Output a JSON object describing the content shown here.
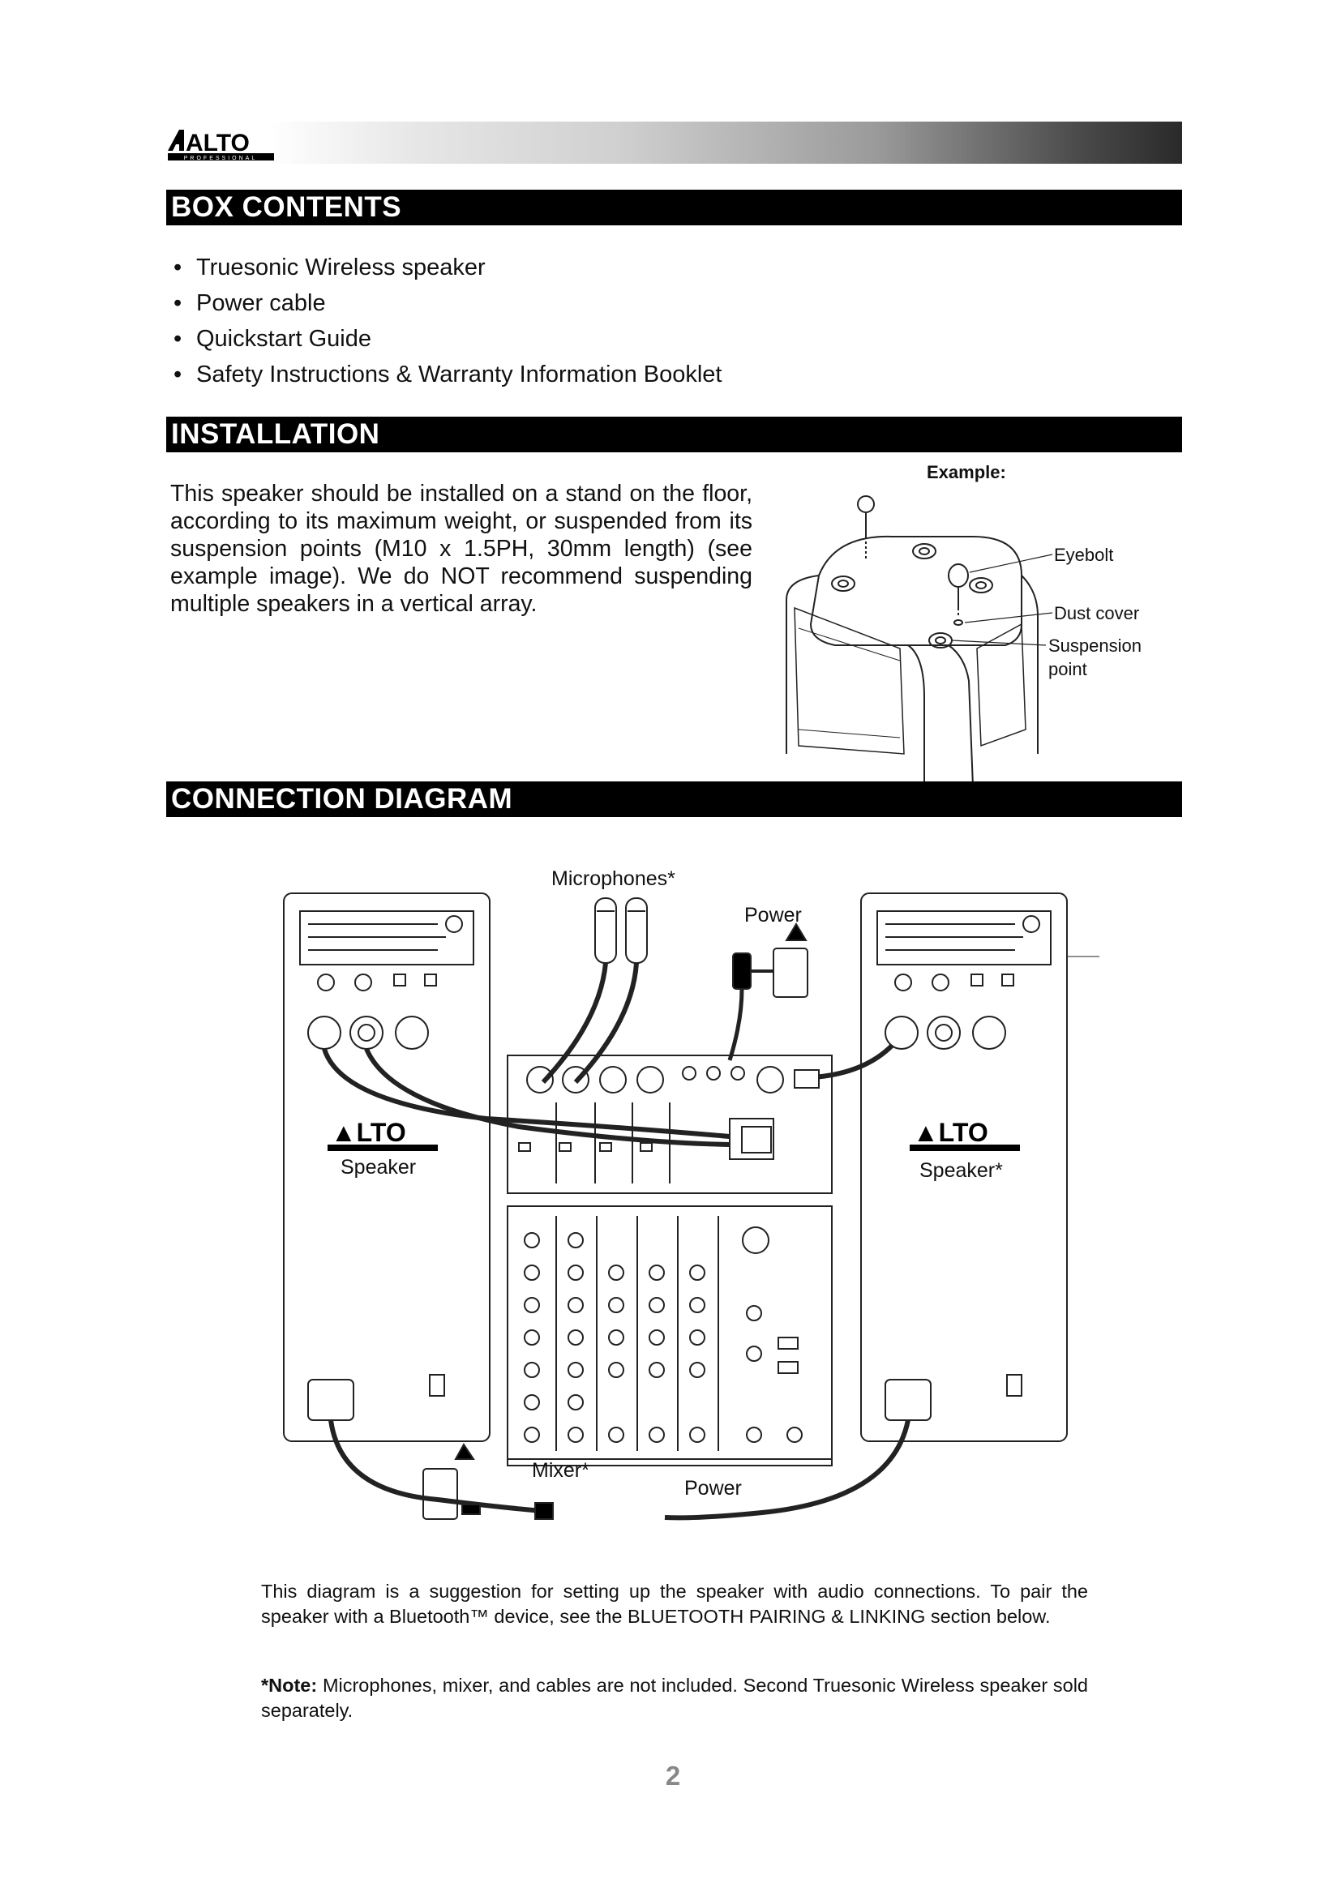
{
  "header": {
    "brand": "ALTO",
    "brand_sub": "PROFESSIONAL"
  },
  "box_contents": {
    "title": "BOX CONTENTS",
    "items": [
      "Truesonic Wireless speaker",
      "Power cable",
      "Quickstart Guide",
      "Safety Instructions & Warranty Information Booklet"
    ]
  },
  "installation": {
    "title": "INSTALLATION",
    "text": "This speaker should be installed on a stand on the floor, according to its maximum weight, or suspended from its suspension points (M10 x 1.5PH, 30mm length) (see example image). We do NOT recommend suspending multiple speakers in a vertical array.",
    "example_label": "Example:",
    "callouts": {
      "eyebolt": "Eyebolt",
      "dust_cover": "Dust cover",
      "suspension_1": "Suspension",
      "suspension_2": "point"
    }
  },
  "connection": {
    "title": "CONNECTION DIAGRAM",
    "labels": {
      "microphones": "Microphones*",
      "power_top": "Power",
      "speaker_left": "Speaker",
      "speaker_right": "Speaker*",
      "mixer": "Mixer*",
      "power_bottom": "Power"
    },
    "description": "This diagram is a suggestion for setting up the speaker with audio connections. To pair the speaker with a Bluetooth™ device, see the BLUETOOTH PAIRING & LINKING section below.",
    "note_label": "*Note:",
    "note_text": " Microphones, mixer, and cables are not included. Second Truesonic Wireless speaker sold separately."
  },
  "page_number": "2"
}
